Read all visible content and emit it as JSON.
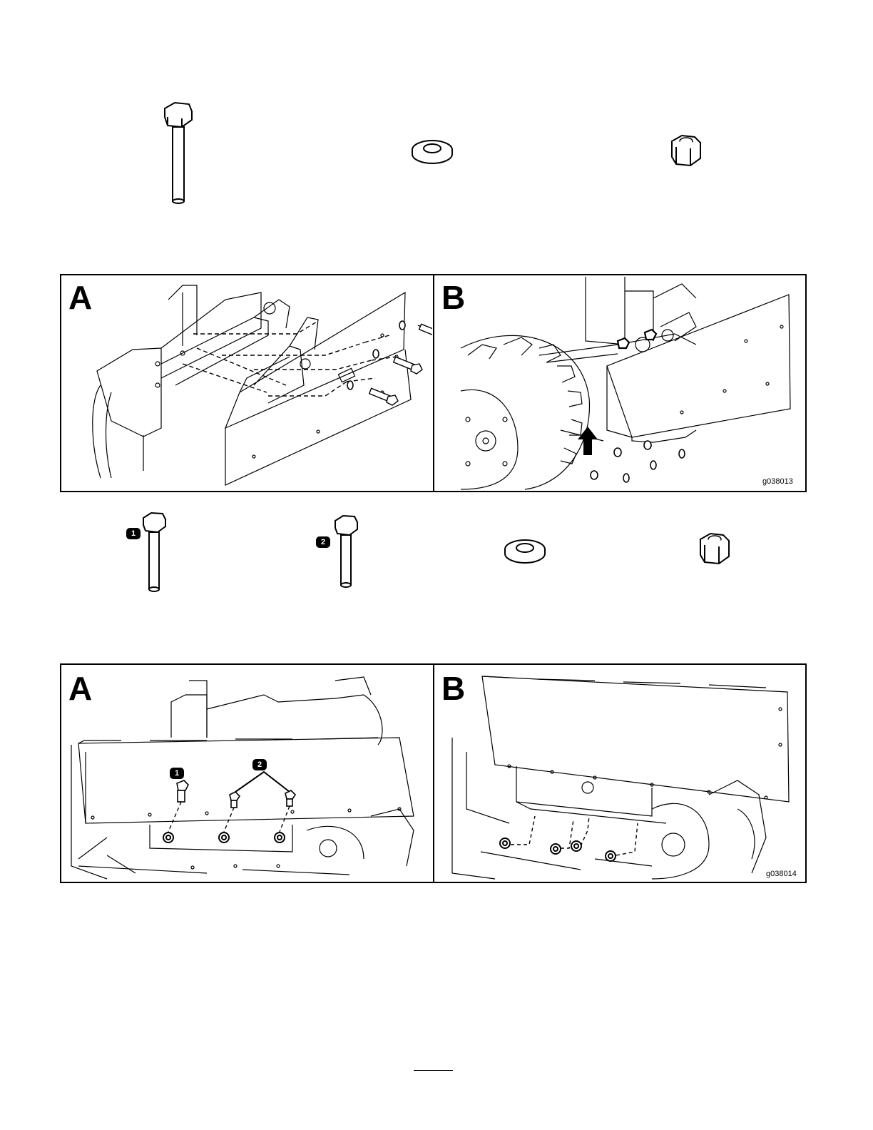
{
  "section1": {
    "panel_a_label": "A",
    "panel_b_label": "B",
    "figure_code": "g038013"
  },
  "section2": {
    "callout_1": "1",
    "callout_2": "2",
    "panel_a_label": "A",
    "panel_b_label": "B",
    "figure_code": "g038014"
  },
  "icons": [
    "hex-bolt-icon",
    "flat-washer-icon",
    "lock-nut-icon"
  ]
}
